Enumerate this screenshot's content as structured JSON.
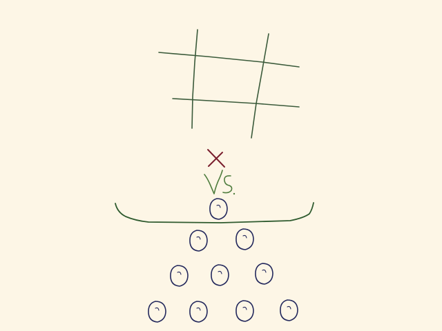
{
  "colors": {
    "background": "#fdf6e6",
    "grid": "#3a5a3a",
    "x_mark": "#7a1f2e",
    "vs_text": "#4f7d3e",
    "bowl": "#2e5a2e",
    "pebble": "#23285c"
  },
  "board": {
    "type": "tic-tac-toe-grid",
    "cells": 9
  },
  "players": {
    "first_mark": "X",
    "separator": "vs",
    "opponent": "pebble-stack"
  },
  "pebbles": {
    "count": 10,
    "rows": [
      1,
      2,
      3,
      4
    ],
    "icon": "pebble-icon"
  }
}
